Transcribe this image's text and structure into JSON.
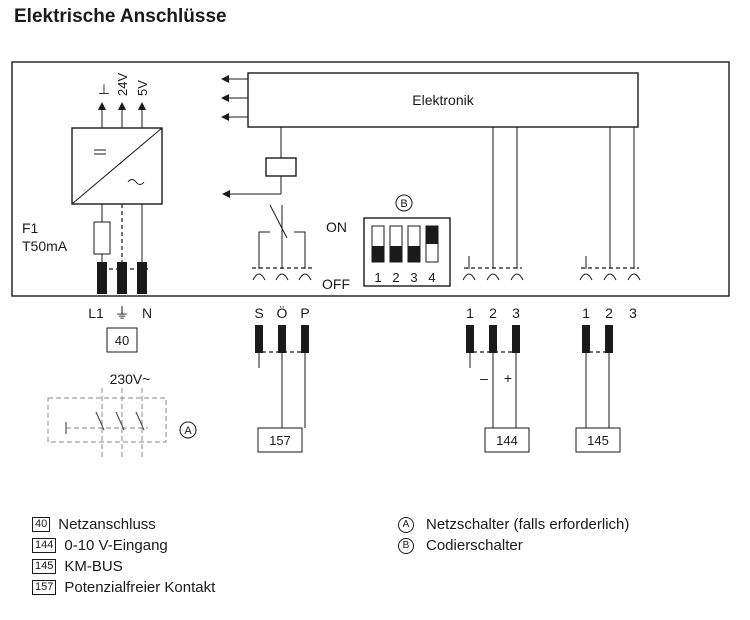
{
  "title": "Elektrische Anschlüsse",
  "diagram": {
    "outputs": [
      "⊥",
      "24V",
      "5V"
    ],
    "electronics_label": "Elektronik",
    "fuse": [
      "F1",
      "T50mA"
    ],
    "dip": {
      "on_label": "ON",
      "off_label": "OFF",
      "numbers": [
        "1",
        "2",
        "3",
        "4"
      ],
      "marker": "B"
    },
    "mains_terminals": [
      "L1",
      "⏚",
      "N"
    ],
    "relay_terminals": [
      "S",
      "Ö",
      "P"
    ],
    "bus_terminals_a": [
      "1",
      "2",
      "3"
    ],
    "bus_terminals_b": [
      "1",
      "2",
      "3"
    ],
    "polarity": [
      "–",
      "+"
    ],
    "voltage": "230V~",
    "switch_marker": "A",
    "boxes": {
      "mains": "40",
      "contact": "157",
      "input": "144",
      "bus": "145"
    }
  },
  "legend_left": [
    {
      "code": "40",
      "text": "Netzanschluss"
    },
    {
      "code": "144",
      "text": "0-10 V-Eingang"
    },
    {
      "code": "145",
      "text": "KM-BUS"
    },
    {
      "code": "157",
      "text": "Potenzialfreier Kontakt"
    }
  ],
  "legend_right": [
    {
      "marker": "A",
      "text": "Netzschalter (falls erforderlich)"
    },
    {
      "marker": "B",
      "text": "Codierschalter"
    }
  ]
}
